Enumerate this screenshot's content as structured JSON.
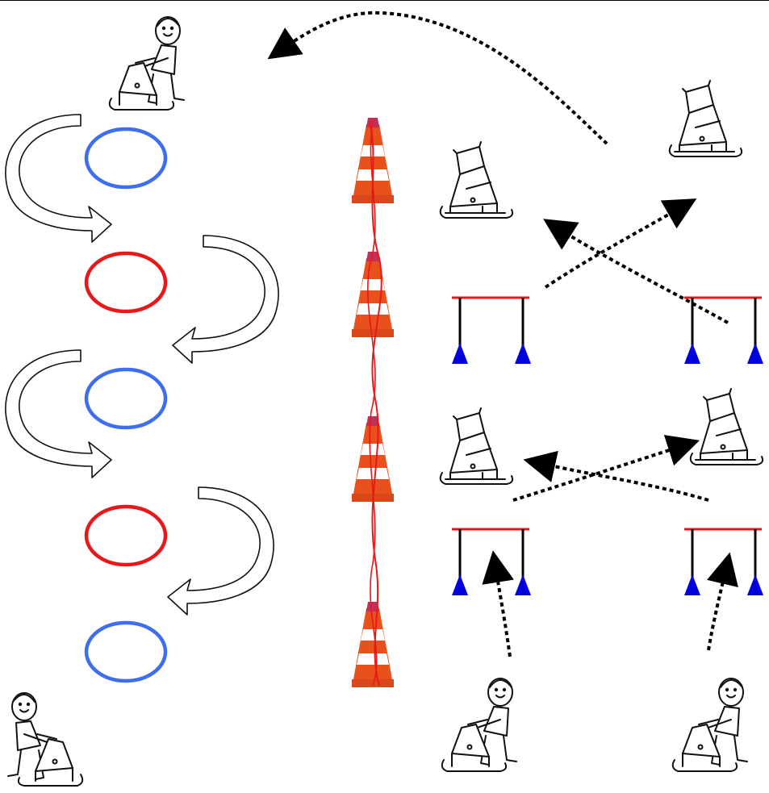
{
  "diagram": {
    "description_free": true,
    "colors": {
      "ring_blue": "#3d6ef0",
      "ring_red": "#e81818",
      "hurdle_bar": "#e81818",
      "hurdle_foot": "#0000dd",
      "cone_orange": "#e8501c",
      "cone_stripe": "#ffffff",
      "cone_tip": "#c0305a",
      "rope": "#e81818",
      "ink": "#000000"
    },
    "icons": {
      "child_with_sled": "child-pushing-sled-icon",
      "sled": "sled-chair-icon",
      "cone": "traffic-cone-icon",
      "hurdle": "mini-hurdle-icon",
      "ring": "hoop-ring-icon",
      "curved_arrow": "curved-arrow-icon",
      "dotted_arrow": "dotted-path-arrow-icon"
    },
    "rings": [
      "blue",
      "red",
      "blue",
      "red",
      "blue"
    ],
    "curved_arrow_sides": [
      "left",
      "right",
      "left",
      "right"
    ],
    "cone_count": 4,
    "hurdle_count": 4,
    "sled_count": 4,
    "child_count": 4
  }
}
